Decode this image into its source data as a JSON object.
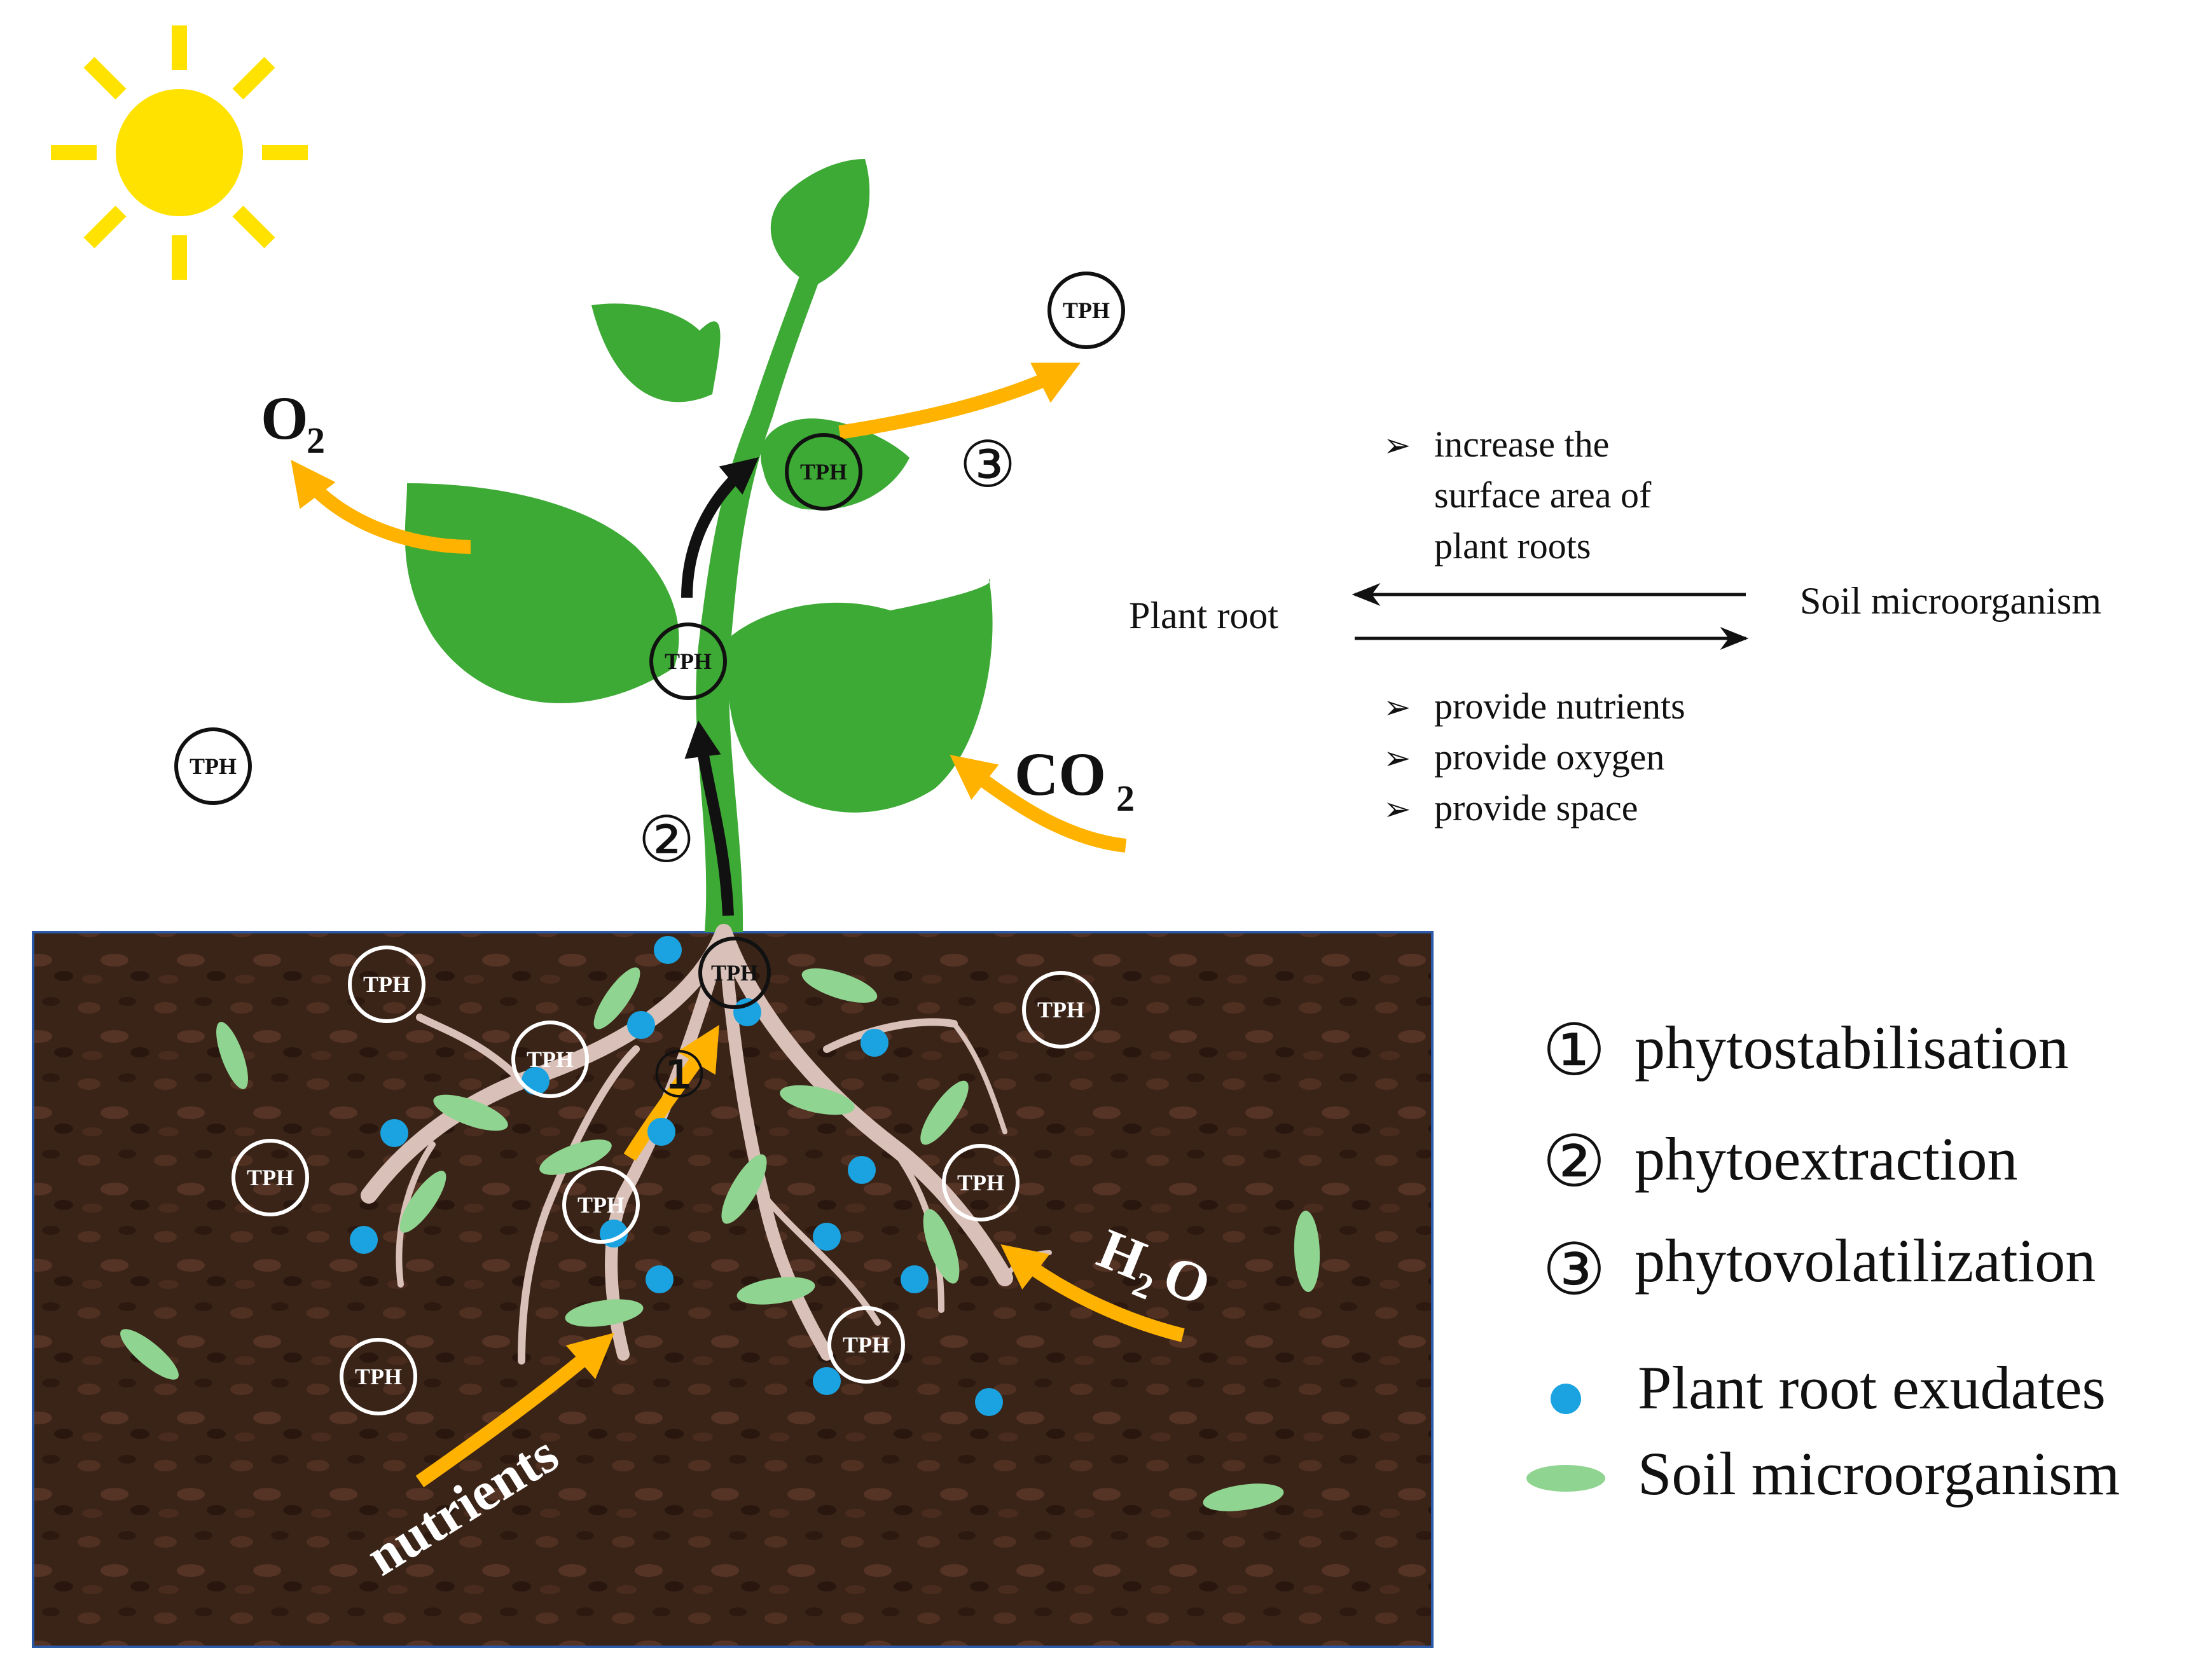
{
  "tph": {
    "label": "TPH"
  },
  "gases": {
    "o2_main": "O",
    "o2_sub": "2",
    "co2_main": "CO",
    "co2_sub": "2",
    "h2o_h": "H",
    "h2o_sub": "2",
    "h2o_o": "O",
    "nutrients": "nutrients"
  },
  "steps": {
    "one": "①",
    "two": "②",
    "three": "③"
  },
  "interaction": {
    "left_label": "Plant root",
    "right_label": "Soil microorganism",
    "bullet": "➢",
    "top_lines": [
      "increase the",
      "surface area of",
      "plant roots"
    ],
    "bottom_items": [
      "provide nutrients",
      "provide oxygen",
      "provide space"
    ]
  },
  "legend": {
    "items": [
      {
        "symbol": "①",
        "label": "phytostabilisation"
      },
      {
        "symbol": "②",
        "label": "phytoextraction"
      },
      {
        "symbol": "③",
        "label": "phytovolatilization"
      }
    ],
    "exudates_label": "Plant root exudates",
    "microorganism_label": "Soil microorganism"
  },
  "colors": {
    "sun": "#FFE200",
    "plant": "#3DAA35",
    "arrow_orange": "#FFB300",
    "soil": "#3a2418",
    "root": "#d9c0b8",
    "exudate": "#1AA3E0",
    "microbe": "#8FD490",
    "soil_border": "#2a5aa8"
  }
}
